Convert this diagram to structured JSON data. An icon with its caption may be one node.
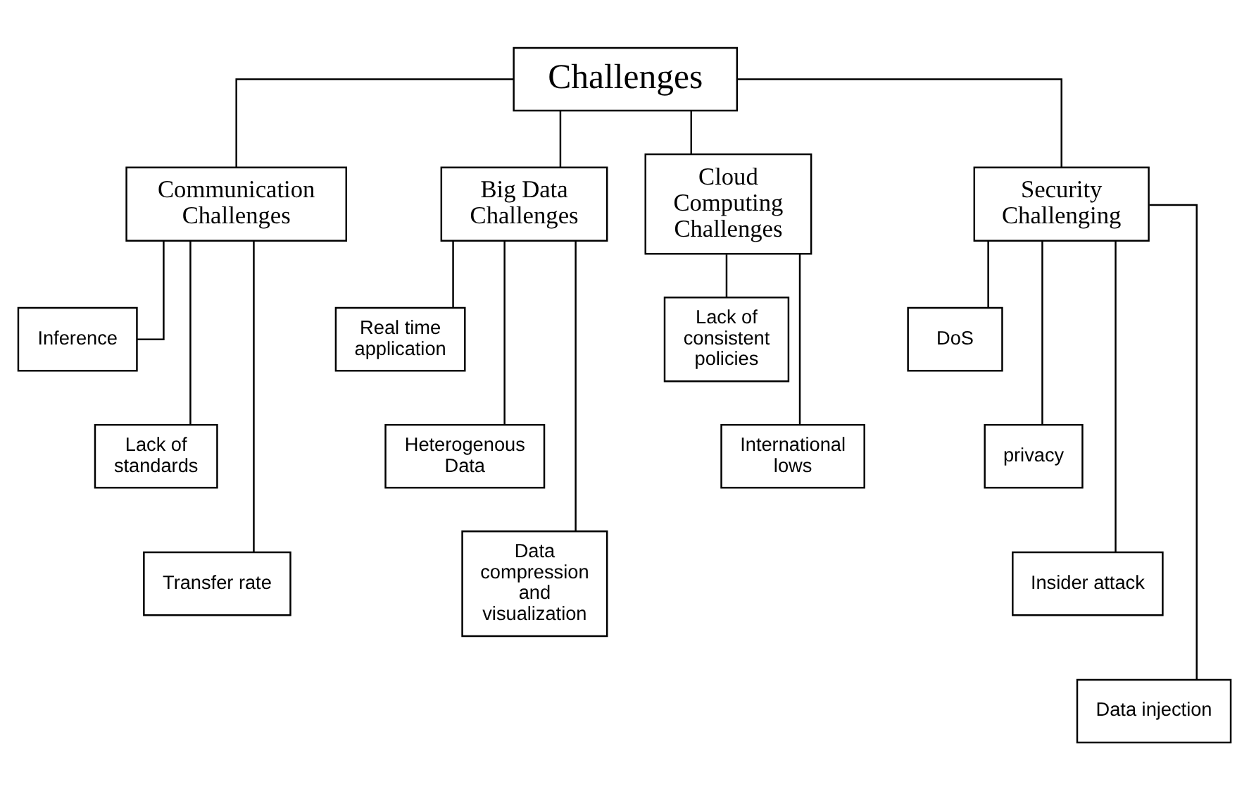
{
  "diagram": {
    "nodes": [
      {
        "text": [
          "Challenges"
        ]
      },
      {
        "text": [
          "Communication Challenges"
        ]
      },
      {
        "text": [
          "Big Data Challenges"
        ]
      },
      {
        "text": [
          "Cloud Computing Challenges"
        ]
      },
      {
        "text": [
          "Security Challenging"
        ]
      },
      {
        "text": [
          "Inference"
        ]
      },
      {
        "text": [
          "Lack of standards"
        ]
      },
      {
        "text": [
          "Transfer rate"
        ]
      },
      {
        "text": [
          "Real time application"
        ]
      },
      {
        "text": [
          "Heterogenous Data"
        ]
      },
      {
        "text": [
          "Data compression and visualization"
        ]
      },
      {
        "text": [
          "Lack of consistent policies"
        ]
      },
      {
        "text": [
          "International lows"
        ]
      },
      {
        "text": [
          "DoS"
        ]
      },
      {
        "text": [
          "privacy"
        ]
      },
      {
        "text": [
          "Insider attack"
        ]
      },
      {
        "text": [
          "Data injection"
        ]
      }
    ],
    "edges": [
      {
        "from": 0,
        "to": 1,
        "arrow": "none"
      },
      {
        "from": 0,
        "to": 2,
        "arrow": "none"
      },
      {
        "from": 0,
        "to": 3,
        "arrow": "none"
      },
      {
        "from": 0,
        "to": 4,
        "arrow": "none"
      },
      {
        "from": 1,
        "to": 5,
        "arrow": "none"
      },
      {
        "from": 1,
        "to": 6,
        "arrow": "none"
      },
      {
        "from": 1,
        "to": 7,
        "arrow": "none"
      },
      {
        "from": 2,
        "to": 8,
        "arrow": "none"
      },
      {
        "from": 2,
        "to": 9,
        "arrow": "none"
      },
      {
        "from": 2,
        "to": 10,
        "arrow": "none"
      },
      {
        "from": 3,
        "to": 11,
        "arrow": "none"
      },
      {
        "from": 3,
        "to": 12,
        "arrow": "none"
      },
      {
        "from": 4,
        "to": 13,
        "arrow": "none"
      },
      {
        "from": 4,
        "to": 14,
        "arrow": "none"
      },
      {
        "from": 4,
        "to": 15,
        "arrow": "none"
      },
      {
        "from": 4,
        "to": 16,
        "arrow": "none"
      }
    ]
  }
}
